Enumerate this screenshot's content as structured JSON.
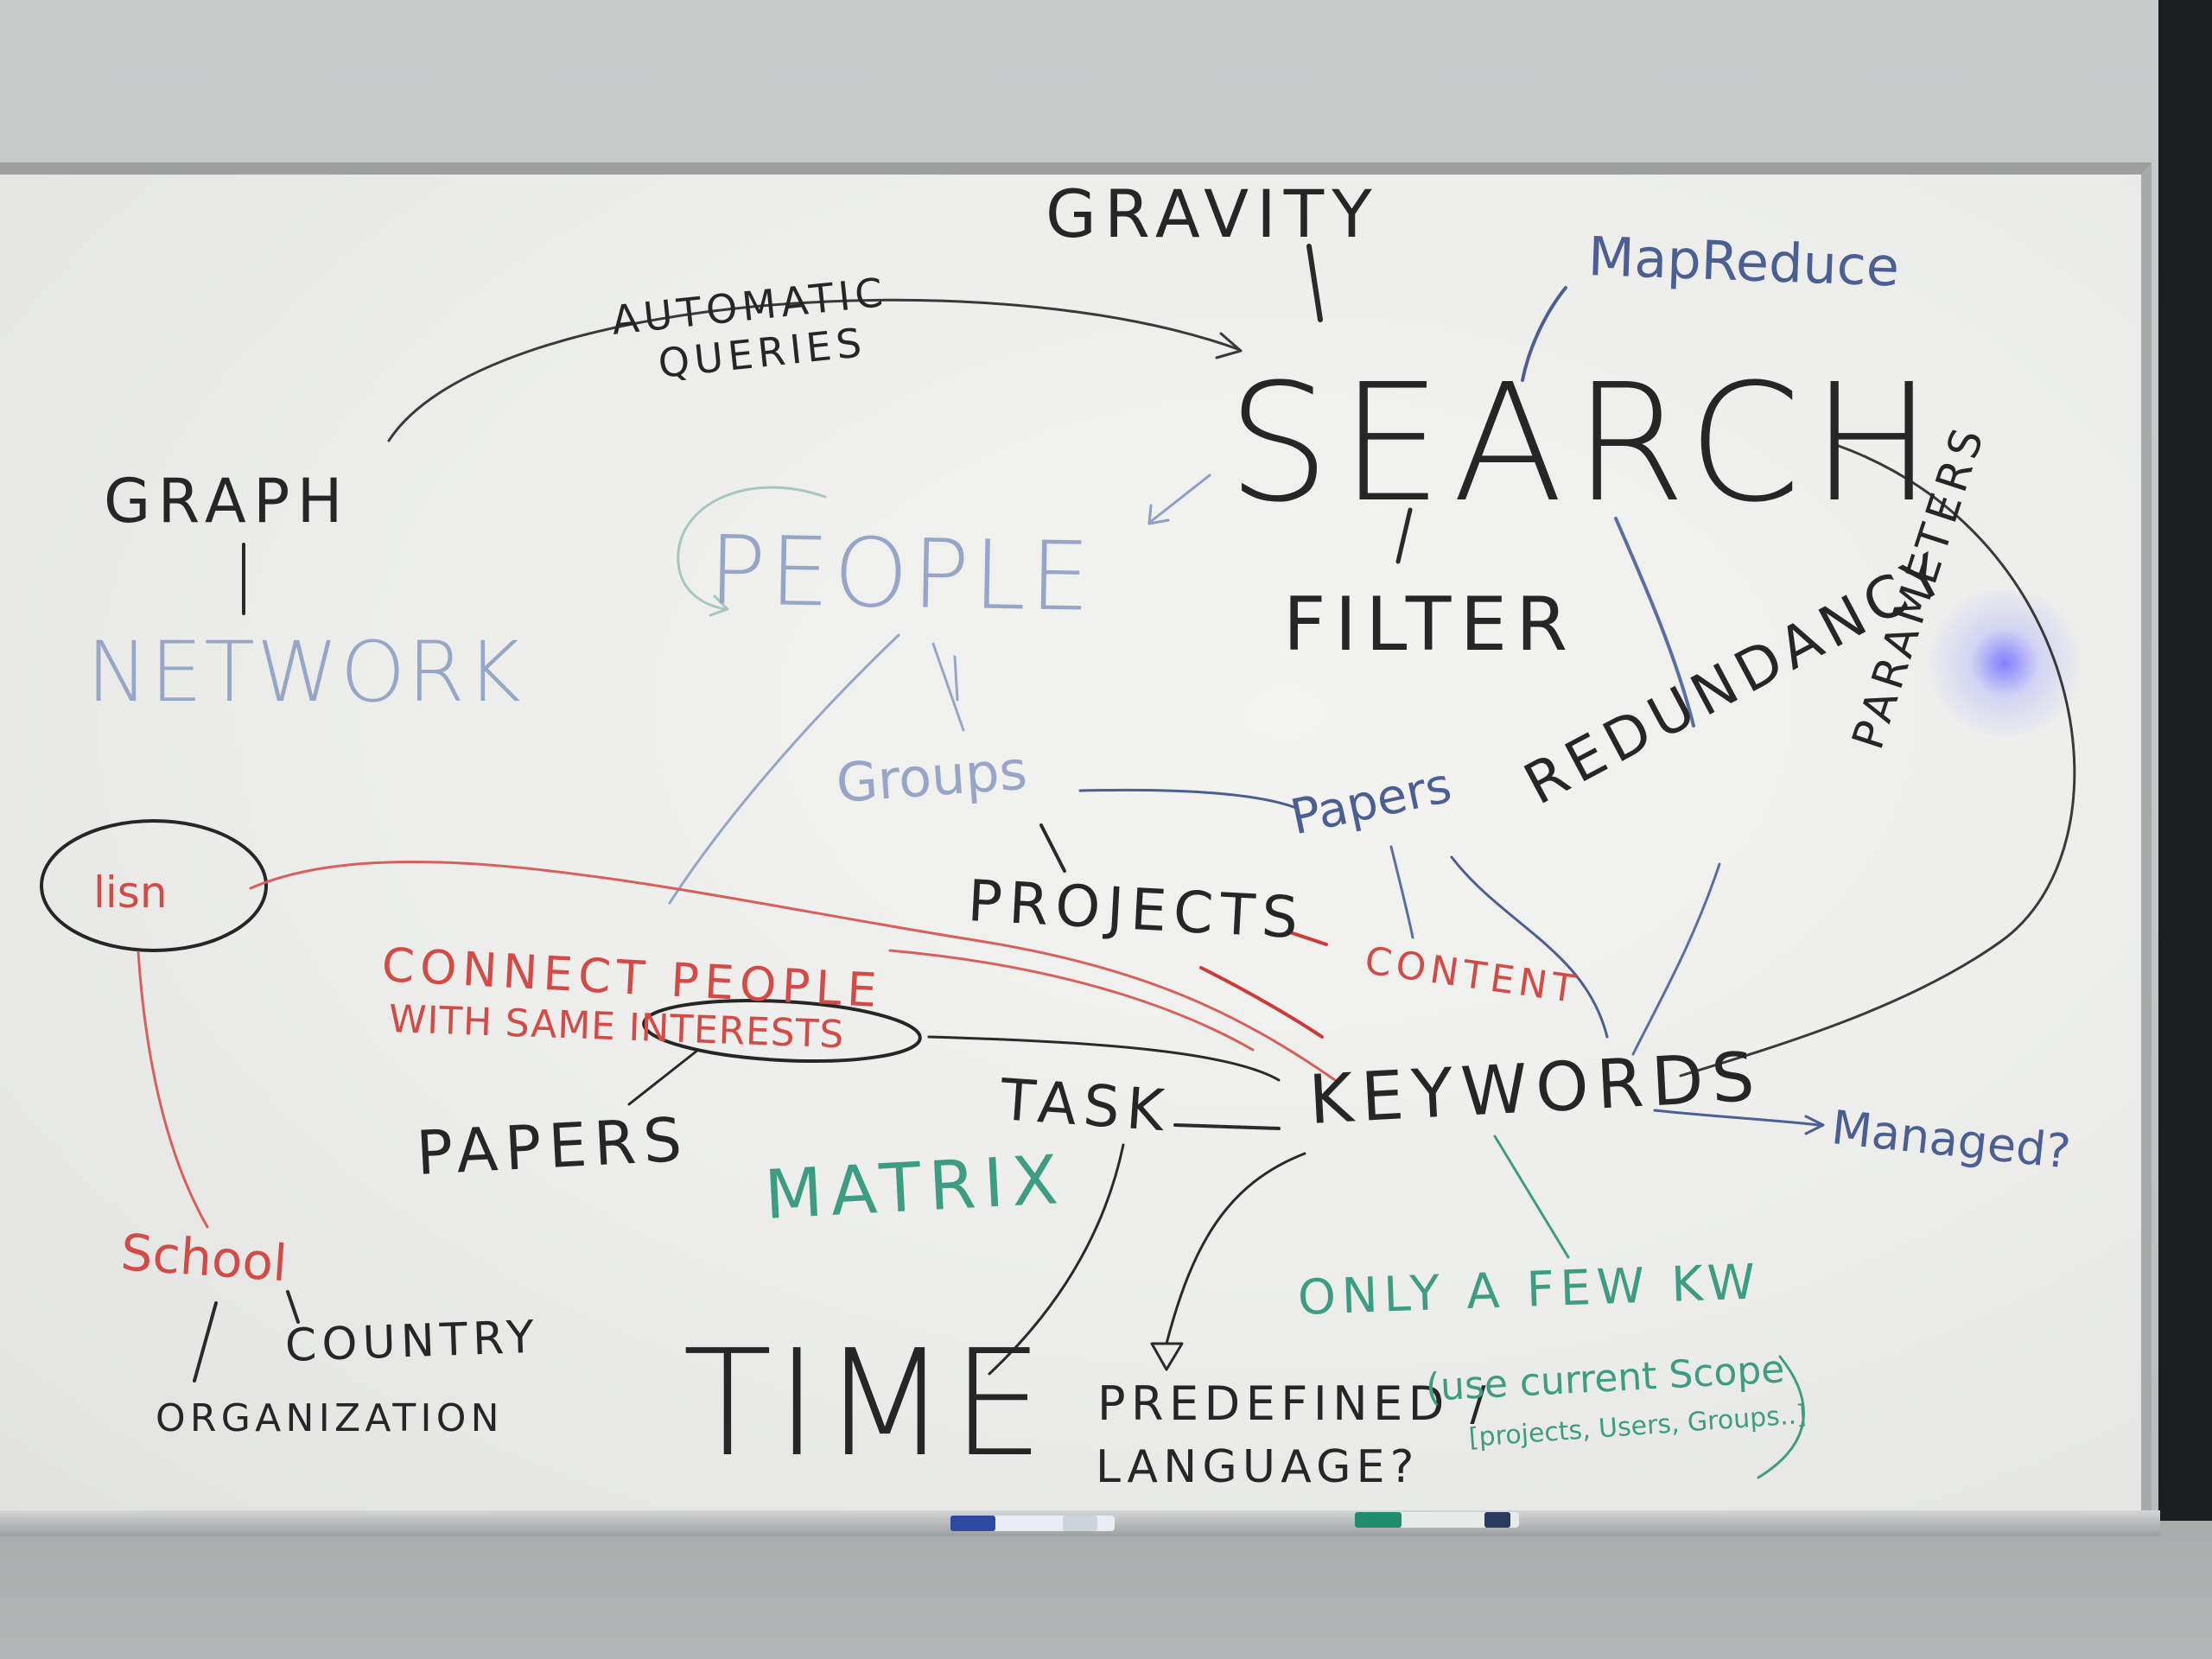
{
  "whiteboard": {
    "words": {
      "gravity": "GRAVITY",
      "map_reduce": "MapReduce",
      "automatic_queries_1": "AUTOMATIC",
      "automatic_queries_2": "QUERIES",
      "search": "SEARCH",
      "graph": "GRAPH",
      "people": "PEOPLE",
      "network": "NETWORK",
      "filter": "FILTER",
      "parameters": "PARAMETERS",
      "groups": "Groups",
      "papers_blue": "Papers",
      "redundancy": "REDUNDANCY",
      "lisn": "lisn",
      "projects": "PROJECTS",
      "content": "CONTENT",
      "connect_people_1": "CONNECT PEOPLE",
      "connect_people_2": "WITH SAME INTERESTS",
      "task": "TASK",
      "keywords": "KEYWORDS",
      "managed": "Managed?",
      "papers": "PAPERS",
      "matrix": "MATRIX",
      "school": "School",
      "only_few_kw": "ONLY A FEW KW",
      "country": "COUNTRY",
      "organization": "ORGANIZATION",
      "time": "TIME",
      "predefined_1": "PREDEFINED /",
      "predefined_2": "LANGUAGE?",
      "use_scope_1": "(use current Scope",
      "use_scope_2": "[projects, Users, Groups..]"
    },
    "ink_colors": {
      "black": "#262626",
      "dark_blue": "#4c5f93",
      "light_blue": "#97a6c6",
      "teal": "#3d9c82",
      "red": "#d34b46"
    }
  }
}
